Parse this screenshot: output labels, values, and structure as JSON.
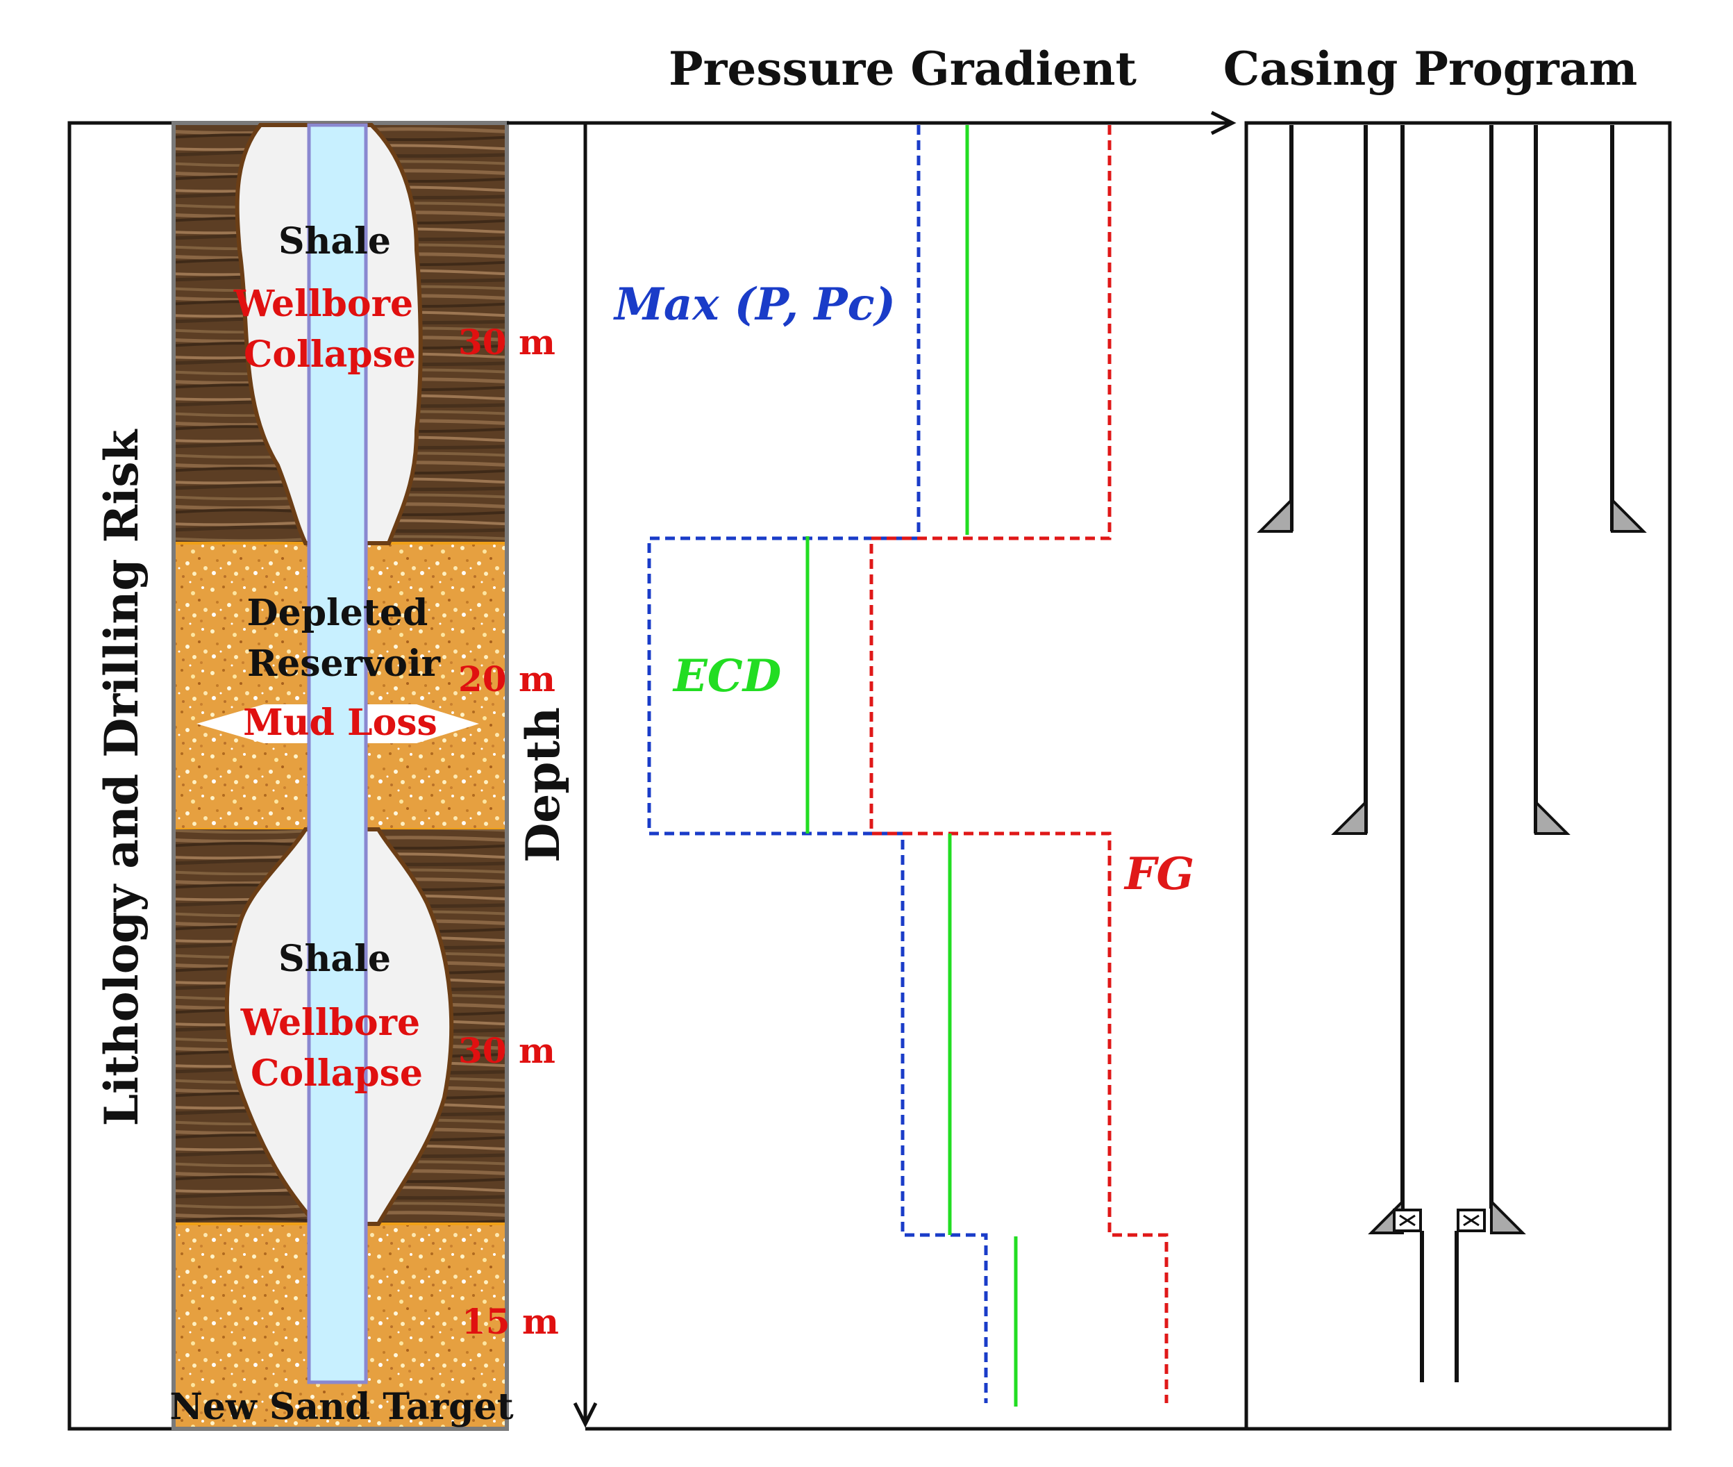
{
  "headers": {
    "pressure_gradient": "Pressure Gradient",
    "casing_program": "Casing Program"
  },
  "axes": {
    "lithology_title": "Lithology and Drilling Risk",
    "depth": "Depth"
  },
  "layers": [
    {
      "lithology": "Shale",
      "risk": "Wellbore Collapse",
      "thickness": "30 m"
    },
    {
      "lithology": "Depleted Reservoir",
      "risk": "Mud Loss",
      "thickness": "20 m"
    },
    {
      "lithology": "Shale",
      "risk": "Wellbore Collapse",
      "thickness": "30 m"
    },
    {
      "lithology": "New Sand Target",
      "risk": "",
      "thickness": "15 m"
    }
  ],
  "curves": {
    "max_p_pc": "Max (P, Pc)",
    "ecd": "ECD",
    "fg": "FG"
  },
  "colors": {
    "max_p_pc": "#1a3cc8",
    "ecd": "#22dd22",
    "fg": "#e01818",
    "shale": "#6a4a2c",
    "sand": "#e8a23c",
    "wellbore": "#c8f0ff"
  }
}
